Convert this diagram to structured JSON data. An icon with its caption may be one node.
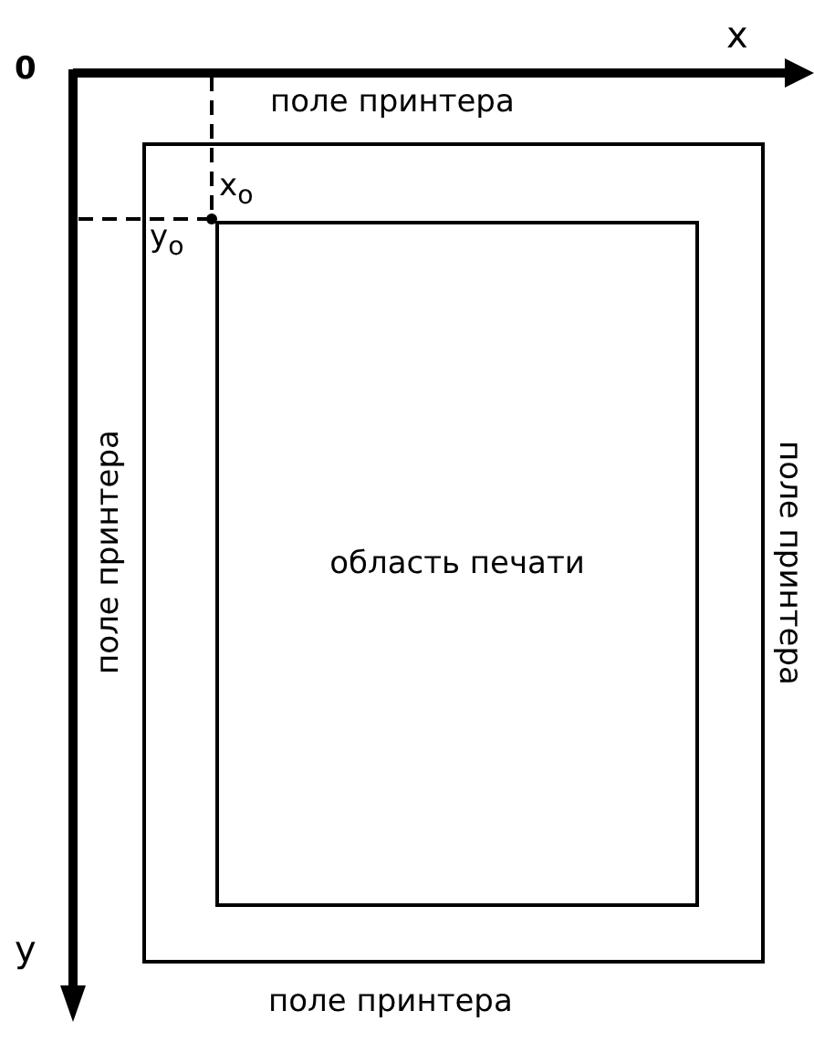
{
  "diagram": {
    "nodes": [
      {
        "text": [],
        "shape": "box"
      },
      {
        "text": [
          "область печати"
        ],
        "in": 0
      }
    ],
    "labels": [
      "0",
      "x",
      "поле принтера",
      "x$_{o}$",
      "y$_{o}$",
      "поле принтера",
      "поле принтера",
      "y",
      "поле принтера"
    ]
  }
}
